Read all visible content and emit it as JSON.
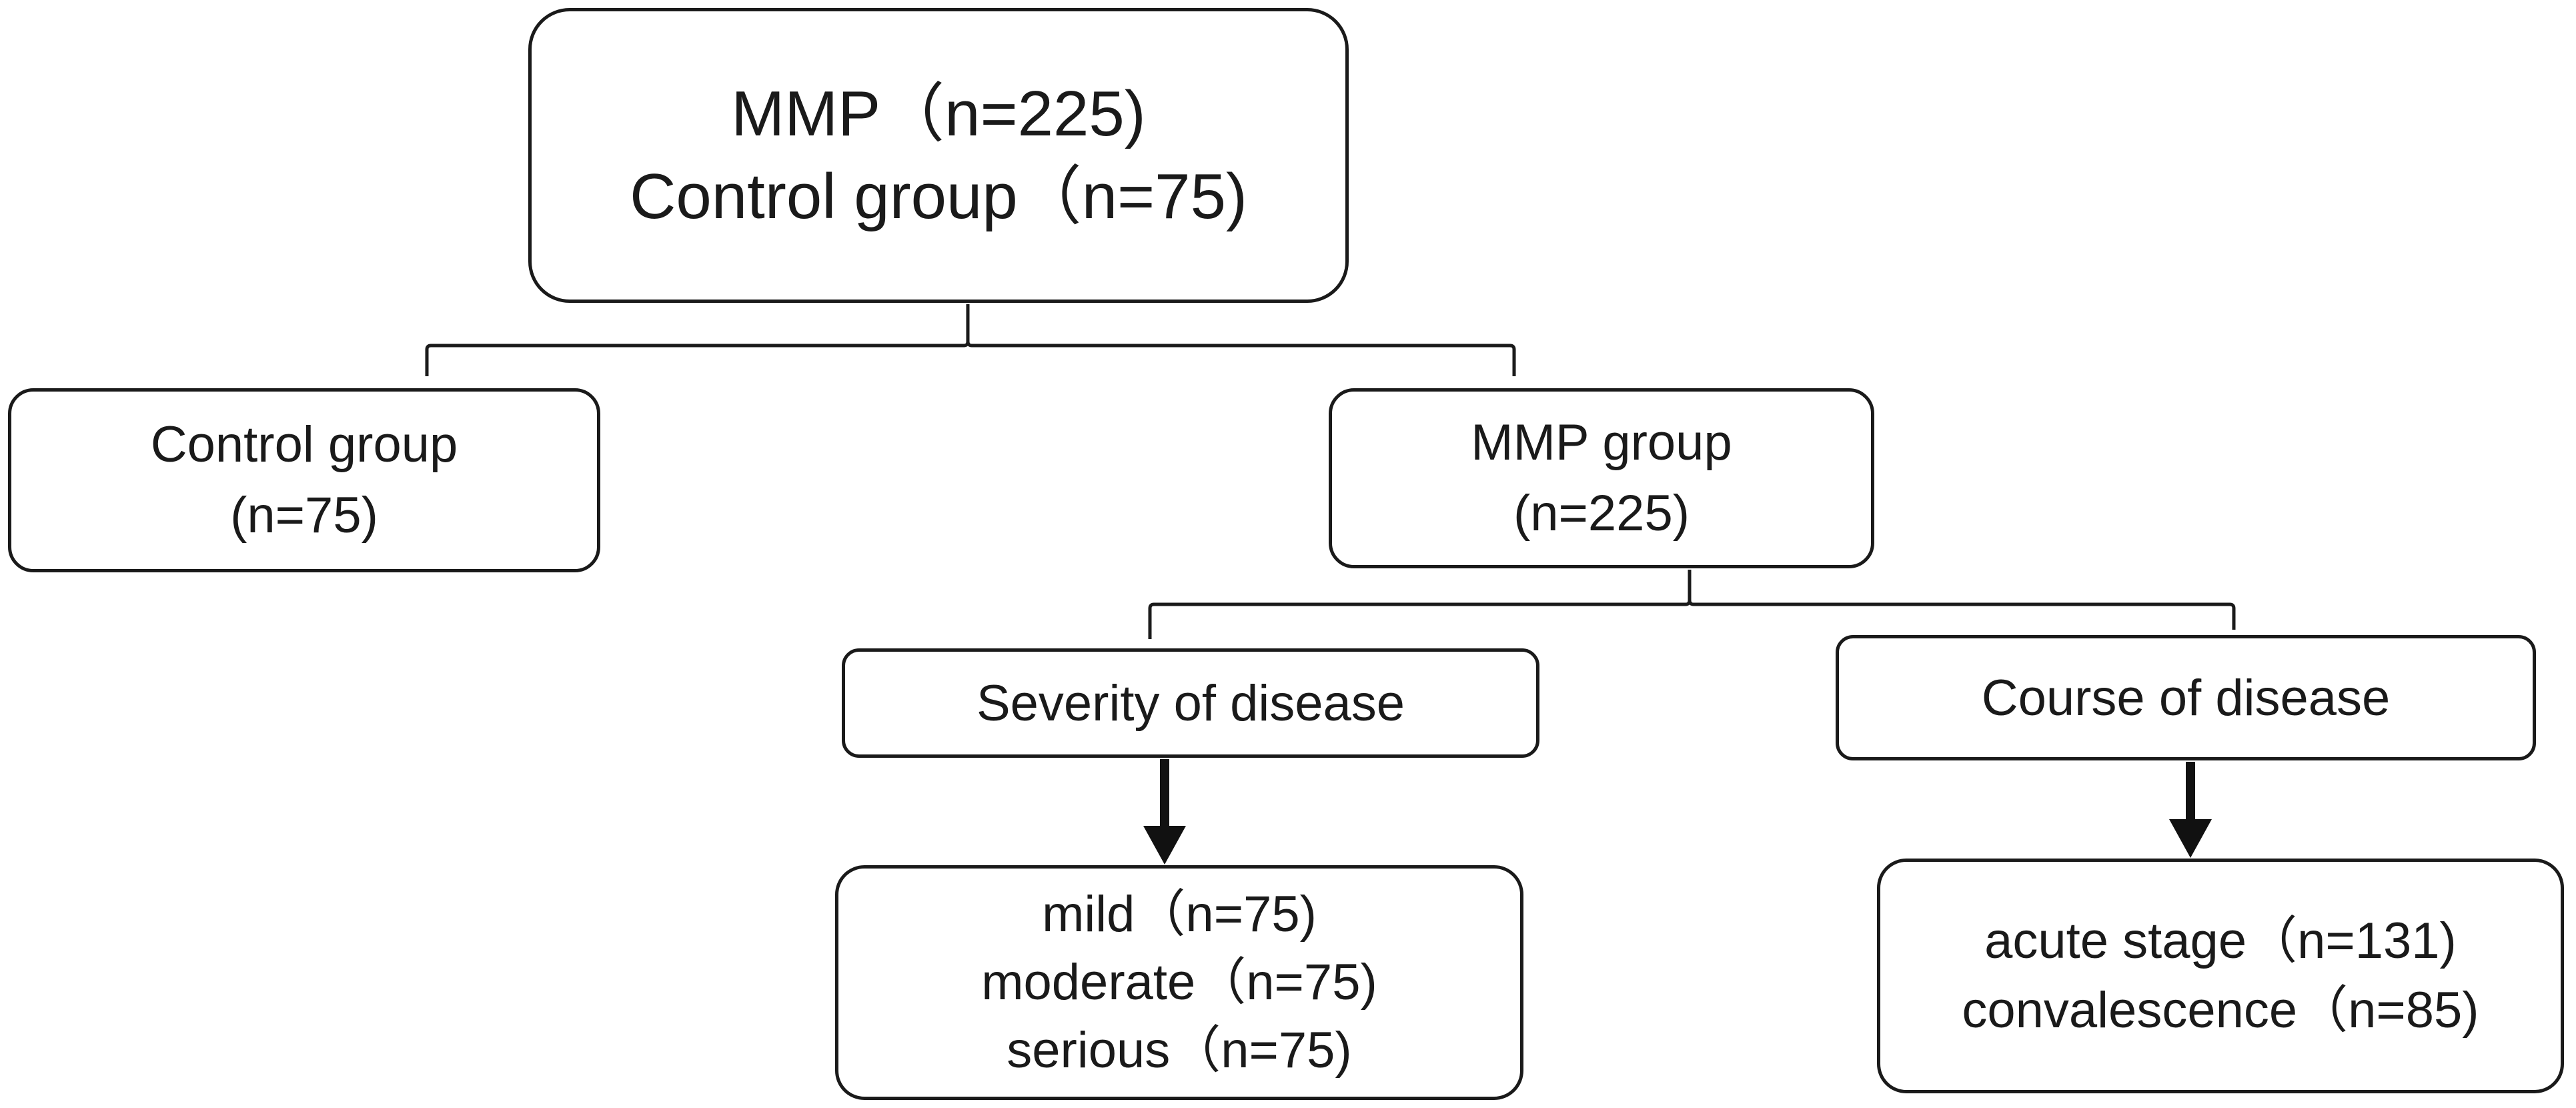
{
  "root": {
    "line1": "MMP（n=225)",
    "line2": "Control group（n=75)"
  },
  "control": {
    "line1": "Control group",
    "line2": "(n=75)"
  },
  "mmp_group": {
    "line1": "MMP group",
    "line2": "(n=225)"
  },
  "severity": {
    "label": "Severity of disease",
    "items": [
      "mild（n=75)",
      "moderate（n=75)",
      "serious（n=75)"
    ]
  },
  "course": {
    "label": "Course of disease",
    "items": [
      "acute stage（n=131)",
      "convalescence（n=85)"
    ]
  }
}
